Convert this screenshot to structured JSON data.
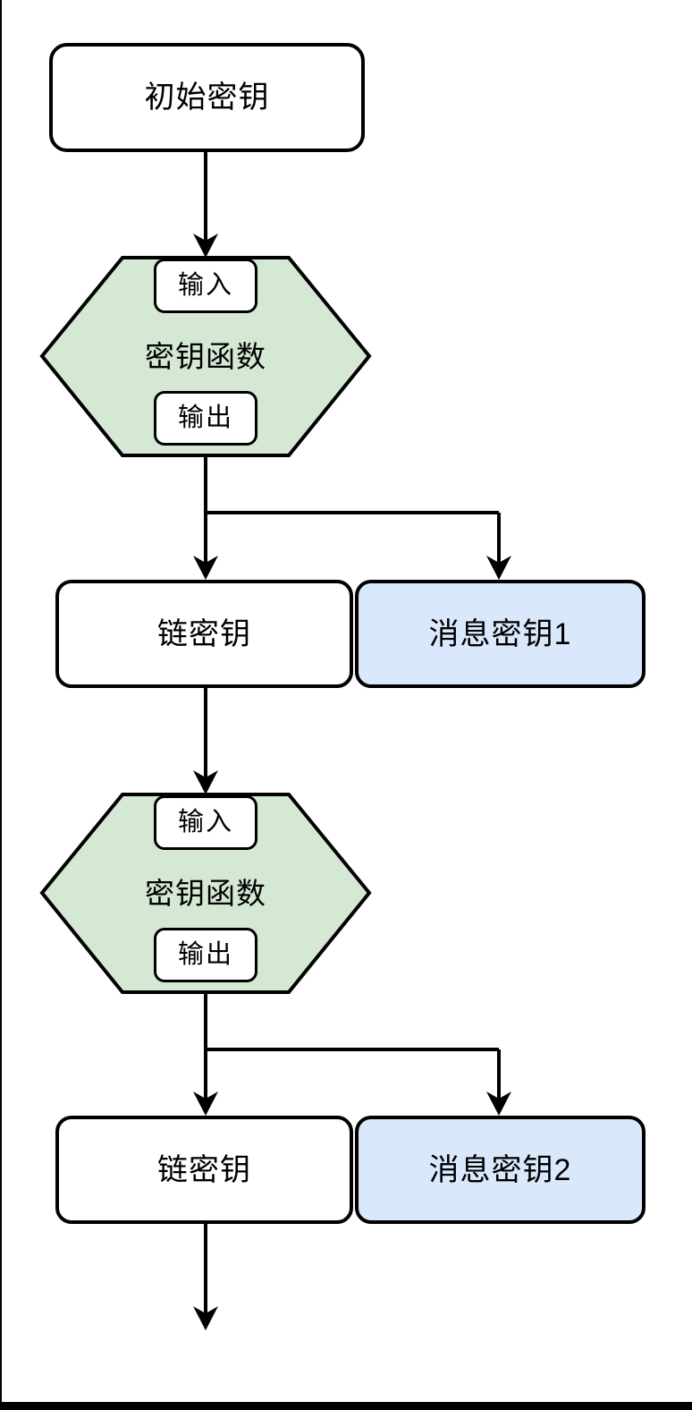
{
  "diagram": {
    "nodes": {
      "initial_key": {
        "label": "初始密钥"
      },
      "kdf1": {
        "input_label": "输入",
        "label": "密钥函数",
        "output_label": "输出"
      },
      "chain_key1": {
        "label": "链密钥"
      },
      "message_key1": {
        "label": "消息密钥1"
      },
      "kdf2": {
        "input_label": "输入",
        "label": "密钥函数",
        "output_label": "输出"
      },
      "chain_key2": {
        "label": "链密钥"
      },
      "message_key2": {
        "label": "消息密钥2"
      }
    },
    "colors": {
      "node_fill": "#ffffff",
      "kdf_hexagon_fill": "#d5e8d4",
      "message_key_fill": "#dae8fc",
      "stroke": "#000000"
    }
  }
}
